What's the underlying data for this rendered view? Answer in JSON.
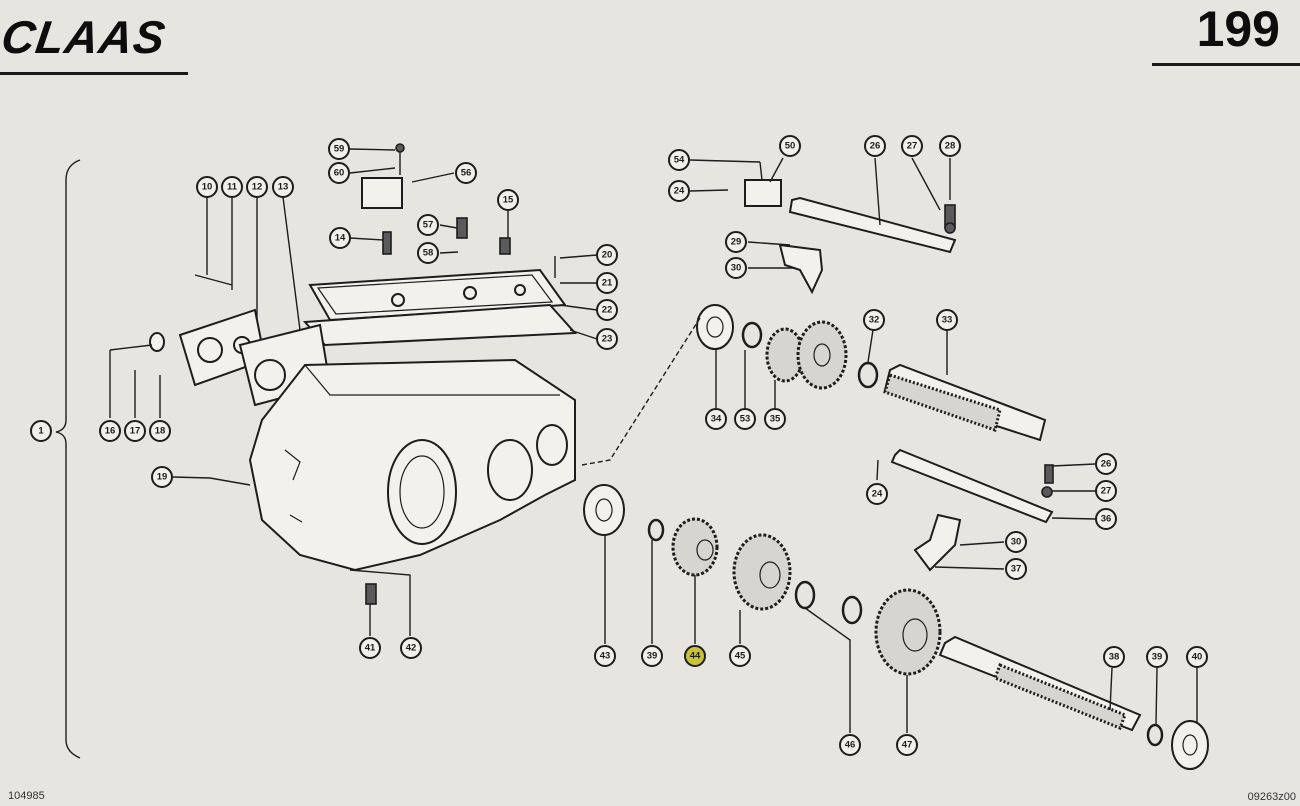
{
  "header": {
    "brand": "CLAAS",
    "page_number": "199"
  },
  "footer": {
    "ref_left": "104985",
    "ref_right": "09263z00"
  },
  "diagram": {
    "callouts": [
      "1",
      "10",
      "11",
      "12",
      "13",
      "14",
      "15",
      "16",
      "17",
      "18",
      "19",
      "20",
      "21",
      "22",
      "23",
      "24",
      "26",
      "27",
      "28",
      "29",
      "30",
      "32",
      "33",
      "34",
      "35",
      "36",
      "37",
      "38",
      "39",
      "40",
      "41",
      "42",
      "43",
      "44",
      "45",
      "46",
      "47",
      "50",
      "53",
      "54",
      "56",
      "57",
      "58",
      "59",
      "60"
    ],
    "highlighted_callout": "44"
  }
}
